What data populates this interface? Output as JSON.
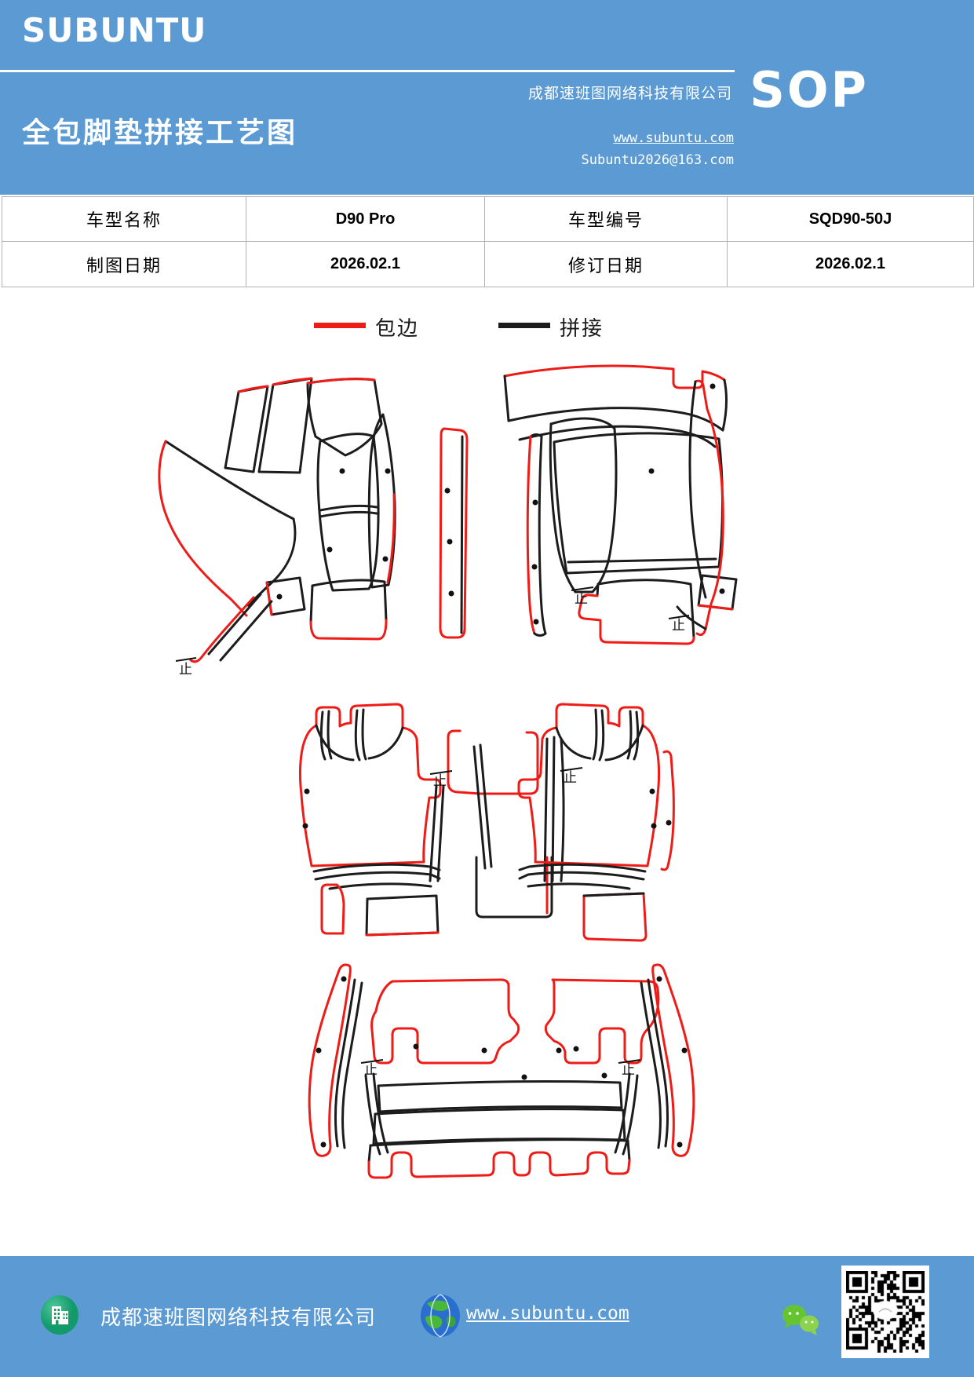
{
  "colors": {
    "header_blue": "#5b9ad3",
    "edge_red": "#ee1b17",
    "splice_black": "#1c1c1c",
    "table_border": "#b2b2b2"
  },
  "header": {
    "brand": "SUBUNTU",
    "company": "成都速班图网络科技有限公司",
    "title": "全包脚垫拼接工艺图",
    "sop": "SOP",
    "website": "www.subuntu.com",
    "email": "Subuntu2026@163.com"
  },
  "table": {
    "rows": [
      [
        "车型名称",
        "D90 Pro",
        "车型编号",
        "SQD90-50J"
      ],
      [
        "制图日期",
        "2026.02.1",
        "修订日期",
        "2026.02.1"
      ]
    ]
  },
  "legend": {
    "items": [
      {
        "label": "包边",
        "color": "#ee1b17"
      },
      {
        "label": "拼接",
        "color": "#1c1c1c"
      }
    ]
  },
  "diagram": {
    "stop_marker": "止",
    "groups": [
      "front-row-mats",
      "second-row-mats",
      "trunk-mats"
    ]
  },
  "footer": {
    "company": "成都速班图网络科技有限公司",
    "website": "www.subuntu.com",
    "icons": [
      "company-badge-icon",
      "globe-icon",
      "wechat-icon",
      "qr-code"
    ]
  }
}
